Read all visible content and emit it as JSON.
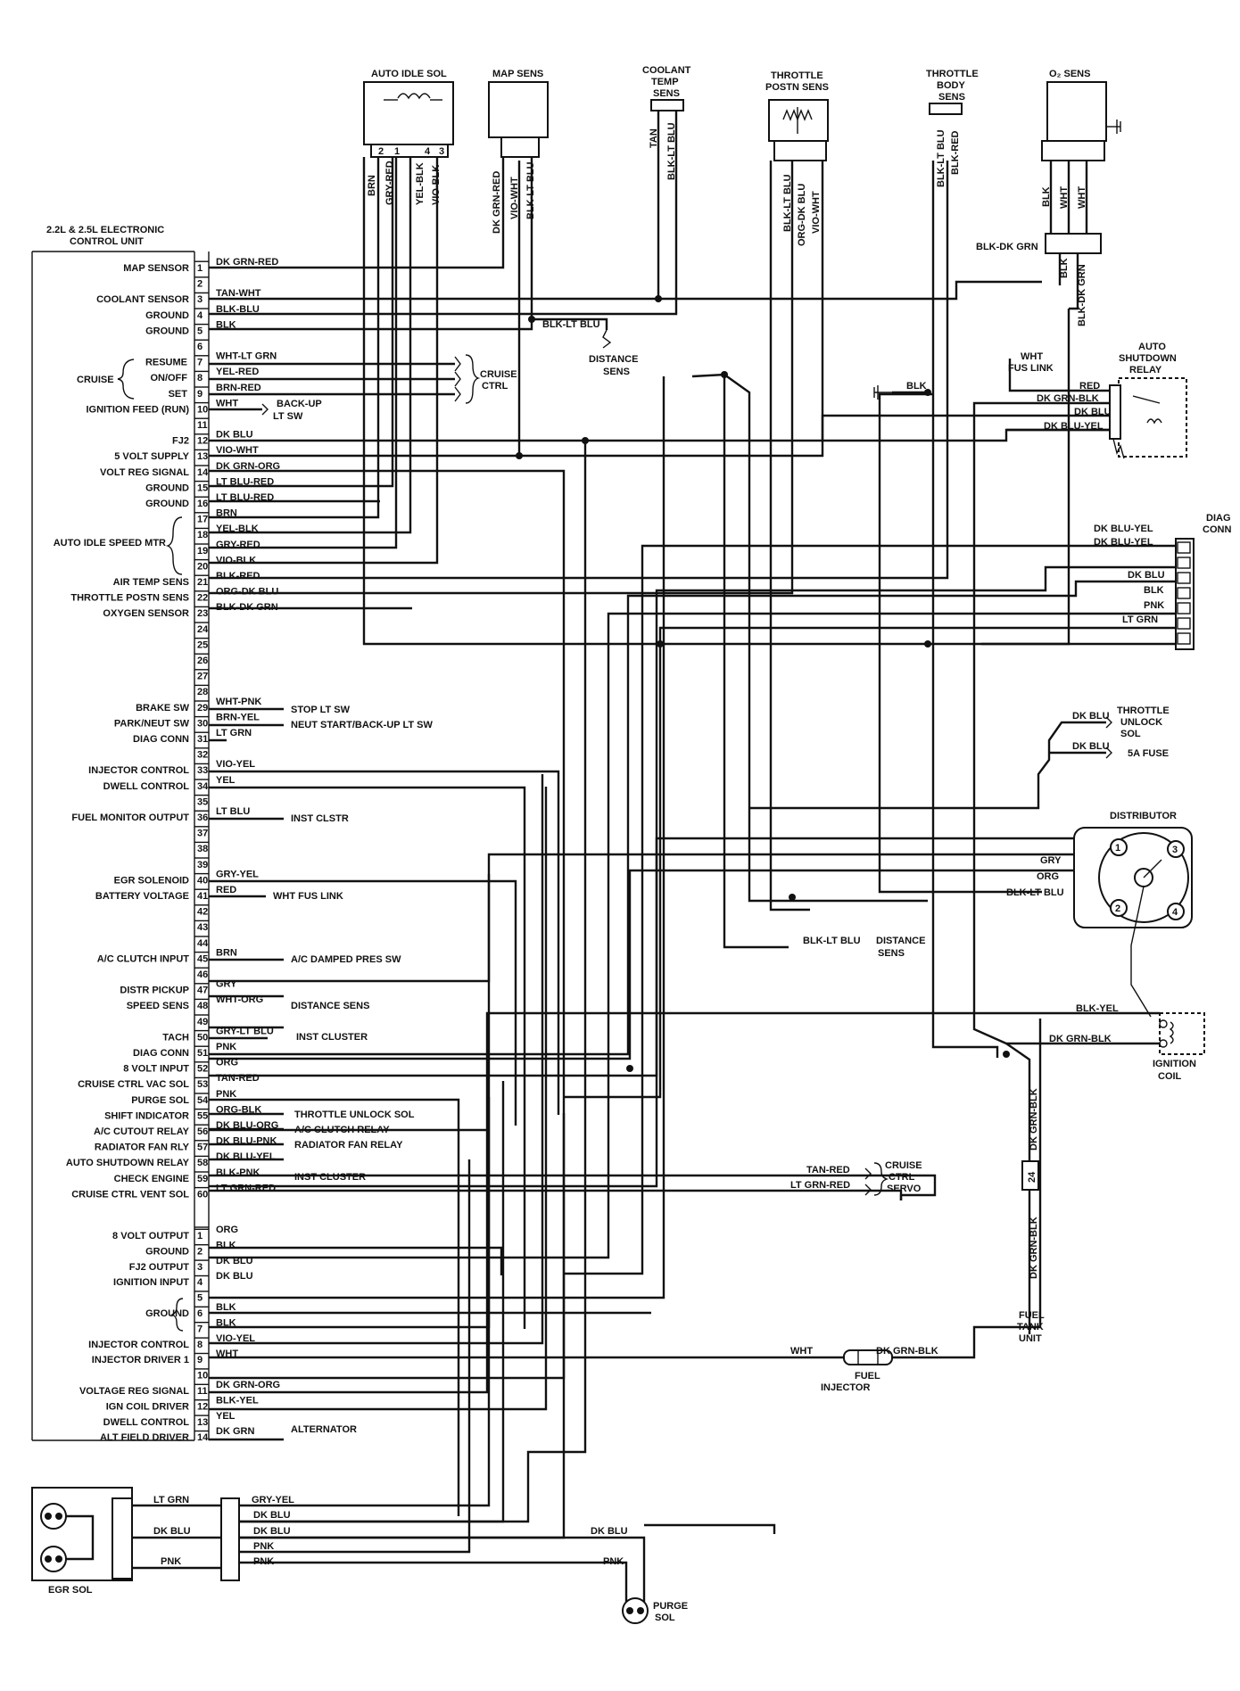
{
  "ecu": {
    "title_line1": "2.2L & 2.5L ELECTRONIC",
    "title_line2": "CONTROL UNIT",
    "connector_a": [
      {
        "pin": "1",
        "label": "MAP SENSOR",
        "wire": "DK GRN-RED"
      },
      {
        "pin": "2",
        "label": "",
        "wire": ""
      },
      {
        "pin": "3",
        "label": "COOLANT SENSOR",
        "wire": "TAN-WHT"
      },
      {
        "pin": "4",
        "label": "GROUND",
        "wire": "BLK-BLU"
      },
      {
        "pin": "5",
        "label": "GROUND",
        "wire": "BLK"
      },
      {
        "pin": "6",
        "label": "",
        "wire": ""
      },
      {
        "pin": "7",
        "label": "RESUME",
        "wire": "WHT-LT GRN"
      },
      {
        "pin": "8",
        "label": "ON/OFF",
        "wire": "YEL-RED"
      },
      {
        "pin": "9",
        "label": "SET",
        "wire": "BRN-RED"
      },
      {
        "pin": "10",
        "label": "IGNITION FEED (RUN)",
        "wire": "WHT"
      },
      {
        "pin": "11",
        "label": "",
        "wire": ""
      },
      {
        "pin": "12",
        "label": "FJ2",
        "wire": "DK BLU"
      },
      {
        "pin": "13",
        "label": "5 VOLT SUPPLY",
        "wire": "VIO-WHT"
      },
      {
        "pin": "14",
        "label": "VOLT REG SIGNAL",
        "wire": "DK GRN-ORG"
      },
      {
        "pin": "15",
        "label": "GROUND",
        "wire": "LT BLU-RED"
      },
      {
        "pin": "16",
        "label": "GROUND",
        "wire": "LT BLU-RED"
      },
      {
        "pin": "17",
        "label": "",
        "wire": "BRN"
      },
      {
        "pin": "18",
        "label": "",
        "wire": "YEL-BLK"
      },
      {
        "pin": "19",
        "label": "AUTO IDLE SPEED MTR",
        "wire": "GRY-RED"
      },
      {
        "pin": "20",
        "label": "",
        "wire": "VIO-BLK"
      },
      {
        "pin": "21",
        "label": "AIR TEMP SENS",
        "wire": "BLK-RED"
      },
      {
        "pin": "22",
        "label": "THROTTLE POSTN SENS",
        "wire": "ORG-DK BLU"
      },
      {
        "pin": "23",
        "label": "OXYGEN SENSOR",
        "wire": "BLK-DK GRN"
      },
      {
        "pin": "24",
        "label": "",
        "wire": ""
      },
      {
        "pin": "25",
        "label": "",
        "wire": ""
      },
      {
        "pin": "26",
        "label": "",
        "wire": ""
      },
      {
        "pin": "27",
        "label": "",
        "wire": ""
      },
      {
        "pin": "28",
        "label": "",
        "wire": ""
      },
      {
        "pin": "29",
        "label": "BRAKE SW",
        "wire": "WHT-PNK"
      },
      {
        "pin": "30",
        "label": "PARK/NEUT SW",
        "wire": "BRN-YEL"
      },
      {
        "pin": "31",
        "label": "DIAG CONN",
        "wire": "LT GRN"
      },
      {
        "pin": "32",
        "label": "",
        "wire": ""
      },
      {
        "pin": "33",
        "label": "INJECTOR CONTROL",
        "wire": "VIO-YEL"
      },
      {
        "pin": "34",
        "label": "DWELL CONTROL",
        "wire": "YEL"
      },
      {
        "pin": "35",
        "label": "",
        "wire": ""
      },
      {
        "pin": "36",
        "label": "FUEL MONITOR OUTPUT",
        "wire": "LT BLU"
      },
      {
        "pin": "37",
        "label": "",
        "wire": ""
      },
      {
        "pin": "38",
        "label": "",
        "wire": ""
      },
      {
        "pin": "39",
        "label": "",
        "wire": ""
      },
      {
        "pin": "40",
        "label": "EGR SOLENOID",
        "wire": "GRY-YEL"
      },
      {
        "pin": "41",
        "label": "BATTERY VOLTAGE",
        "wire": "RED"
      },
      {
        "pin": "42",
        "label": "",
        "wire": ""
      },
      {
        "pin": "43",
        "label": "",
        "wire": ""
      },
      {
        "pin": "44",
        "label": "",
        "wire": ""
      },
      {
        "pin": "45",
        "label": "A/C CLUTCH INPUT",
        "wire": "BRN"
      },
      {
        "pin": "46",
        "label": "",
        "wire": ""
      },
      {
        "pin": "47",
        "label": "DISTR PICKUP",
        "wire": "GRY"
      },
      {
        "pin": "48",
        "label": "SPEED SENS",
        "wire": "WHT-ORG"
      },
      {
        "pin": "49",
        "label": "",
        "wire": ""
      },
      {
        "pin": "50",
        "label": "TACH",
        "wire": "GRY-LT BLU"
      },
      {
        "pin": "51",
        "label": "DIAG CONN",
        "wire": "PNK"
      },
      {
        "pin": "52",
        "label": "8 VOLT INPUT",
        "wire": "ORG"
      },
      {
        "pin": "53",
        "label": "CRUISE CTRL VAC SOL",
        "wire": "TAN-RED"
      },
      {
        "pin": "54",
        "label": "PURGE SOL",
        "wire": "PNK"
      },
      {
        "pin": "55",
        "label": "SHIFT INDICATOR",
        "wire": "ORG-BLK"
      },
      {
        "pin": "56",
        "label": "A/C CUTOUT RELAY",
        "wire": "DK BLU-ORG"
      },
      {
        "pin": "57",
        "label": "RADIATOR FAN RLY",
        "wire": "DK BLU-PNK"
      },
      {
        "pin": "58",
        "label": "AUTO SHUTDOWN RELAY",
        "wire": "DK BLU-YEL"
      },
      {
        "pin": "59",
        "label": "CHECK ENGINE",
        "wire": "BLK-PNK"
      },
      {
        "pin": "60",
        "label": "CRUISE CTRL VENT SOL",
        "wire": "LT GRN-RED"
      }
    ],
    "cruise_label": "CRUISE",
    "connector_b": [
      {
        "pin": "1",
        "label": "8 VOLT OUTPUT",
        "wire": "ORG"
      },
      {
        "pin": "2",
        "label": "GROUND",
        "wire": "BLK"
      },
      {
        "pin": "3",
        "label": "FJ2 OUTPUT",
        "wire": "DK BLU"
      },
      {
        "pin": "4",
        "label": "IGNITION INPUT",
        "wire": "DK BLU"
      },
      {
        "pin": "5",
        "label": "",
        "wire": ""
      },
      {
        "pin": "6",
        "label": "GROUND",
        "wire": "BLK"
      },
      {
        "pin": "7",
        "label": "",
        "wire": "BLK"
      },
      {
        "pin": "8",
        "label": "INJECTOR CONTROL",
        "wire": "VIO-YEL"
      },
      {
        "pin": "9",
        "label": "INJECTOR DRIVER 1",
        "wire": "WHT"
      },
      {
        "pin": "10",
        "label": "",
        "wire": ""
      },
      {
        "pin": "11",
        "label": "VOLTAGE REG SIGNAL",
        "wire": "DK GRN-ORG"
      },
      {
        "pin": "12",
        "label": "IGN COIL DRIVER",
        "wire": "BLK-YEL"
      },
      {
        "pin": "13",
        "label": "DWELL CONTROL",
        "wire": "YEL"
      },
      {
        "pin": "14",
        "label": "ALT FIELD DRIVER",
        "wire": "DK GRN"
      }
    ]
  },
  "pin_destinations": {
    "cruise_ctrl": [
      "CRUISE",
      "CTRL"
    ],
    "backup_sw": [
      "BACK-UP",
      "LT SW"
    ],
    "stop_lt_sw": "STOP LT SW",
    "neut_start": "NEUT START/BACK-UP LT SW",
    "inst_clstr": "INST CLSTR",
    "wht_fus_link": "WHT FUS LINK",
    "ac_damped": "A/C DAMPED PRES SW",
    "distance_sens": "DISTANCE SENS",
    "inst_cluster_tach": "INST CLUSTER",
    "throttle_unlock_sol": "THROTTLE UNLOCK SOL",
    "ac_clutch_relay": "A/C CLUTCH RELAY",
    "radiator_fan_relay": "RADIATOR FAN RELAY",
    "inst_cluster_check": "INST CLUSTER",
    "alternator": "ALTERNATOR"
  },
  "components": {
    "auto_idle_sol": {
      "title": "AUTO IDLE SOL",
      "pins": [
        "2",
        "1",
        "4",
        "3"
      ],
      "wires": [
        "BRN",
        "GRY-RED",
        "YEL-BLK",
        "VIO-BLK"
      ]
    },
    "map_sens": {
      "title": "MAP SENS",
      "wires": [
        "DK GRN-RED",
        "VIO-WHT",
        "BLK-LT BLU"
      ]
    },
    "coolant_temp_sens": {
      "title": [
        "COOLANT",
        "TEMP",
        "SENS"
      ],
      "wires": [
        "TAN",
        "BLK-LT BLU"
      ]
    },
    "throttle_postn_sens": {
      "title": [
        "THROTTLE",
        "POSTN SENS"
      ],
      "wires": [
        "BLK-LT BLU",
        "ORG-DK BLU",
        "VIO-WHT"
      ]
    },
    "throttle_body_sens": {
      "title": [
        "THROTTLE",
        "BODY",
        "SENS"
      ],
      "wires": [
        "BLK-LT BLU",
        "BLK-RED"
      ]
    },
    "o2_sens": {
      "title": "O₂ SENS",
      "wires": [
        "BLK",
        "WHT",
        "WHT"
      ]
    },
    "distance_sens_top": [
      "DISTANCE",
      "SENS"
    ],
    "blk_lt_blu_tap": "BLK-LT BLU",
    "blk_dk_grn": "BLK-DK GRN",
    "blk_ground": "BLK",
    "o2_lower_wires": [
      "BLK",
      "BLK-DK GRN"
    ],
    "auto_shutdown_relay": {
      "title": [
        "AUTO",
        "SHUTDOWN",
        "RELAY"
      ],
      "fus_link": [
        "WHT",
        "FUS LINK"
      ],
      "wires": [
        "RED",
        "DK GRN-BLK",
        "DK BLU",
        "DK BLU-YEL"
      ]
    },
    "diag_conn": {
      "title": [
        "DIAG",
        "CONN"
      ],
      "wires": [
        "DK BLU-YEL",
        "DK BLU-YEL",
        "DK BLU",
        "BLK",
        "PNK",
        "LT GRN"
      ]
    },
    "throttle_unlock_sol": {
      "title": [
        "THROTTLE",
        "UNLOCK",
        "SOL"
      ],
      "wires": [
        "DK BLU",
        "DK BLU"
      ],
      "fuse": "5A FUSE"
    },
    "distributor": {
      "title": "DISTRIBUTOR",
      "terminals": [
        "1",
        "3",
        "2",
        "4"
      ],
      "wires": [
        "GRY",
        "ORG",
        "BLK-LT BLU"
      ]
    },
    "distance_sens_mid": {
      "wire": "BLK-LT BLU",
      "label": [
        "DISTANCE",
        "SENS"
      ]
    },
    "ignition_coil": {
      "title": [
        "IGNITION",
        "COIL"
      ],
      "wires": [
        "BLK-YEL",
        "DK GRN-BLK"
      ]
    },
    "cruise_ctrl_servo": {
      "title": [
        "CRUISE",
        "CTRL",
        "SERVO"
      ],
      "wires": [
        "TAN-RED",
        "LT GRN-RED"
      ]
    },
    "fuse_link_24": {
      "wires": [
        "DK GRN-BLK",
        "DK GRN-BLK"
      ],
      "value": "24"
    },
    "fuel_tank_unit": [
      "FUEL",
      "TANK",
      "UNIT"
    ],
    "fuel_injector": {
      "title": [
        "FUEL",
        "INJECTOR"
      ],
      "wires": [
        "WHT",
        "DK GRN-BLK"
      ]
    },
    "egr_sol": {
      "title": "EGR SOL",
      "wires": [
        "LT GRN",
        "DK BLU",
        "PNK"
      ],
      "right_wires": [
        "GRY-YEL",
        "DK BLU",
        "DK BLU",
        "PNK",
        "PNK"
      ]
    },
    "purge_sol": {
      "title": [
        "PURGE",
        "SOL"
      ],
      "wires": [
        "DK BLU",
        "PNK"
      ]
    }
  }
}
